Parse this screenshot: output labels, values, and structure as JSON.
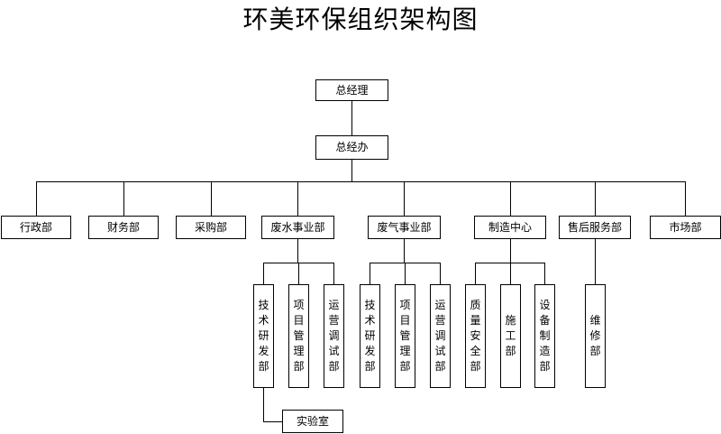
{
  "title": "环美环保组织架构图",
  "top": {
    "gm": "总经理",
    "office": "总经办"
  },
  "departments": [
    "行政部",
    "财务部",
    "采购部",
    "废水事业部",
    "废气事业部",
    "制造中心",
    "售后服务部",
    "市场部"
  ],
  "wastewater_units": [
    "技术研发部",
    "项目管理部",
    "运营调试部"
  ],
  "wastegas_units": [
    "技术研发部",
    "项目管理部",
    "运营调试部"
  ],
  "manufacturing_units": [
    "质量安全部",
    "施工部",
    "设备制造部"
  ],
  "aftersales_units": [
    "维修部"
  ],
  "lab": "实验室"
}
